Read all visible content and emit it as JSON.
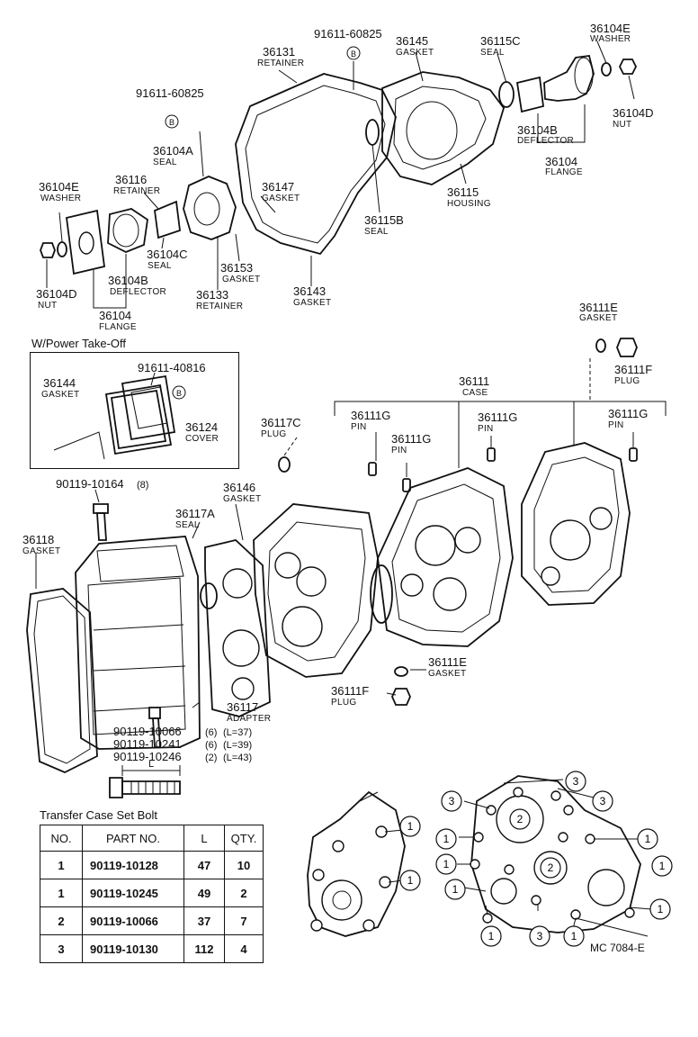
{
  "labels": {
    "p_36104E_top": {
      "num": "36104E",
      "desc": "WASHER"
    },
    "p_36104D_top": {
      "num": "36104D",
      "desc": "NUT"
    },
    "p_36104_top": {
      "num": "36104",
      "desc": "FLANGE"
    },
    "p_36104B_top": {
      "num": "36104B",
      "desc": "DEFLECTOR"
    },
    "p_36115C": {
      "num": "36115C",
      "desc": "SEAL"
    },
    "p_36145": {
      "num": "36145",
      "desc": "GASKET"
    },
    "p_bolt_60825_top": {
      "num": "91611-60825",
      "desc": ""
    },
    "p_36131": {
      "num": "36131",
      "desc": "RETAINER"
    },
    "p_36115": {
      "num": "36115",
      "desc": "HOUSING"
    },
    "p_36115B": {
      "num": "36115B",
      "desc": "SEAL"
    },
    "p_bolt_60825_left": {
      "num": "91611-60825",
      "desc": ""
    },
    "p_36104A": {
      "num": "36104A",
      "desc": "SEAL"
    },
    "p_36147": {
      "num": "36147",
      "desc": "GASKET"
    },
    "p_36116": {
      "num": "36116",
      "desc": "RETAINER"
    },
    "p_36104E_left": {
      "num": "36104E",
      "desc": "WASHER"
    },
    "p_36104C": {
      "num": "36104C",
      "desc": "SEAL"
    },
    "p_36153": {
      "num": "36153",
      "desc": "GASKET"
    },
    "p_36143": {
      "num": "36143",
      "desc": "GASKET"
    },
    "p_36104D_left": {
      "num": "36104D",
      "desc": "NUT"
    },
    "p_36104B_left": {
      "num": "36104B",
      "desc": "DEFLECTOR"
    },
    "p_36133": {
      "num": "36133",
      "desc": "RETAINER"
    },
    "p_36104_left": {
      "num": "36104",
      "desc": "FLANGE"
    },
    "p_36111E_top": {
      "num": "36111E",
      "desc": "GASKET"
    },
    "p_36111F_top": {
      "num": "36111F",
      "desc": "PLUG"
    },
    "p_36144": {
      "num": "36144",
      "desc": "GASKET"
    },
    "p_bolt_40816": {
      "num": "91611-40816",
      "desc": ""
    },
    "p_36124": {
      "num": "36124",
      "desc": "COVER"
    },
    "p_36111": {
      "num": "36111",
      "desc": "CASE"
    },
    "p_36117C": {
      "num": "36117C",
      "desc": "PLUG"
    },
    "p_36111G_a": {
      "num": "36111G",
      "desc": "PIN"
    },
    "p_36111G_b": {
      "num": "36111G",
      "desc": "PIN"
    },
    "p_36111G_c": {
      "num": "36111G",
      "desc": "PIN"
    },
    "p_36111G_d": {
      "num": "36111G",
      "desc": "PIN"
    },
    "p_bolt_10164": {
      "num": "90119-10164",
      "desc": ""
    },
    "p_36146": {
      "num": "36146",
      "desc": "GASKET"
    },
    "p_36117A": {
      "num": "36117A",
      "desc": "SEAL"
    },
    "p_36118": {
      "num": "36118",
      "desc": "GASKET"
    },
    "p_36111E_bot": {
      "num": "36111E",
      "desc": "GASKET"
    },
    "p_36111F_bot": {
      "num": "36111F",
      "desc": "PLUG"
    },
    "p_36117": {
      "num": "36117",
      "desc": "ADAPTER"
    }
  },
  "annotations": {
    "qty_10164": "(8)",
    "bolt_10066": "90119-10066",
    "bolt_10066_qty": "(6)",
    "bolt_10066_len": "(L=37)",
    "bolt_10241": "90119-10241",
    "bolt_10241_qty": "(6)",
    "bolt_10241_len": "(L=39)",
    "bolt_10246": "90119-10246",
    "bolt_10246_qty": "(2)",
    "bolt_10246_len": "(L=43)",
    "length_marker": "L",
    "bolt_callout_letter": "B"
  },
  "pto_section": {
    "title": "W/Power Take-Off"
  },
  "bolt_table": {
    "title": "Transfer Case Set Bolt",
    "headers": [
      "NO.",
      "PART  NO.",
      "L",
      "QTY."
    ],
    "rows": [
      [
        "1",
        "90119-10128",
        "47",
        "10"
      ],
      [
        "1",
        "90119-10245",
        "49",
        "2"
      ],
      [
        "2",
        "90119-10066",
        "37",
        "7"
      ],
      [
        "3",
        "90119-10130",
        "112",
        "4"
      ]
    ]
  },
  "callouts": {
    "one": "1",
    "two": "2",
    "three": "3"
  },
  "footer": {
    "code": "MC  7084-E"
  }
}
